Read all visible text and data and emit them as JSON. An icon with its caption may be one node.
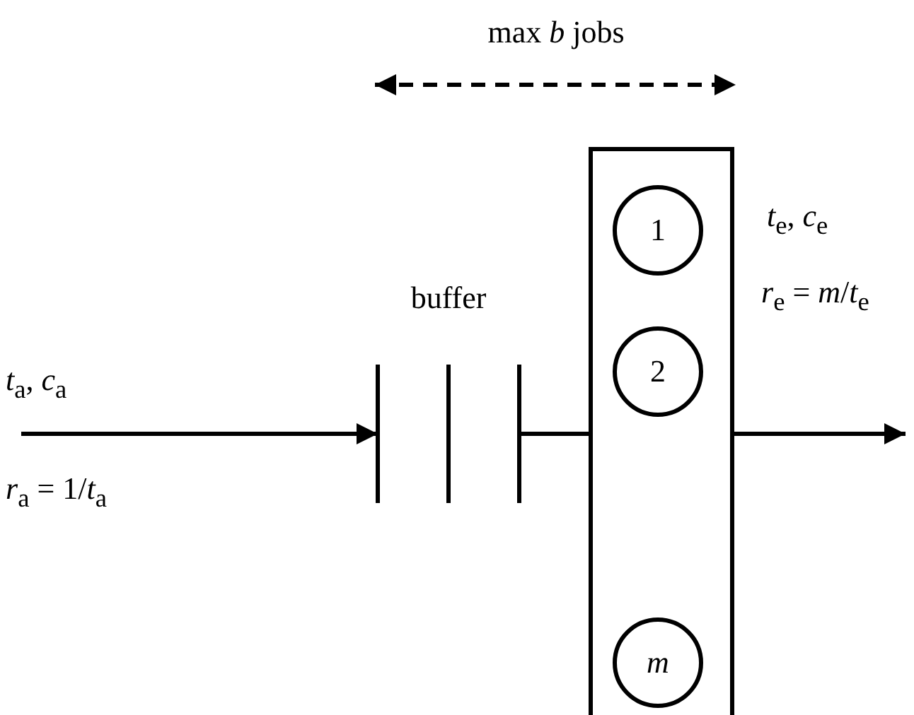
{
  "diagram": {
    "nodes": [
      {
        "text": [
          "buffer"
        ]
      },
      {
        "text": [],
        "shape": "box"
      },
      {
        "text": [
          "1"
        ],
        "in": 1
      },
      {
        "text": [
          "2"
        ],
        "in": 1
      },
      {
        "text": [
          "*m*"
        ],
        "in": 1
      }
    ],
    "edges": [
      {
        "from": null,
        "to": 0,
        "arrow": "to"
      },
      {
        "from": 0,
        "to": 1,
        "arrow": "none"
      },
      {
        "from": 1,
        "to": null,
        "arrow": "to"
      }
    ],
    "labels": [
      "max *b* jobs",
      "*t*$_{a}$, *c*$_{a}$",
      "*r*$_{a}$ = 1/*t*$_{a}$",
      "*t*$_{e}$, *c*$_{e}$",
      "*r*$_{e}$ = *m*/*t*$_{e}$"
    ]
  }
}
